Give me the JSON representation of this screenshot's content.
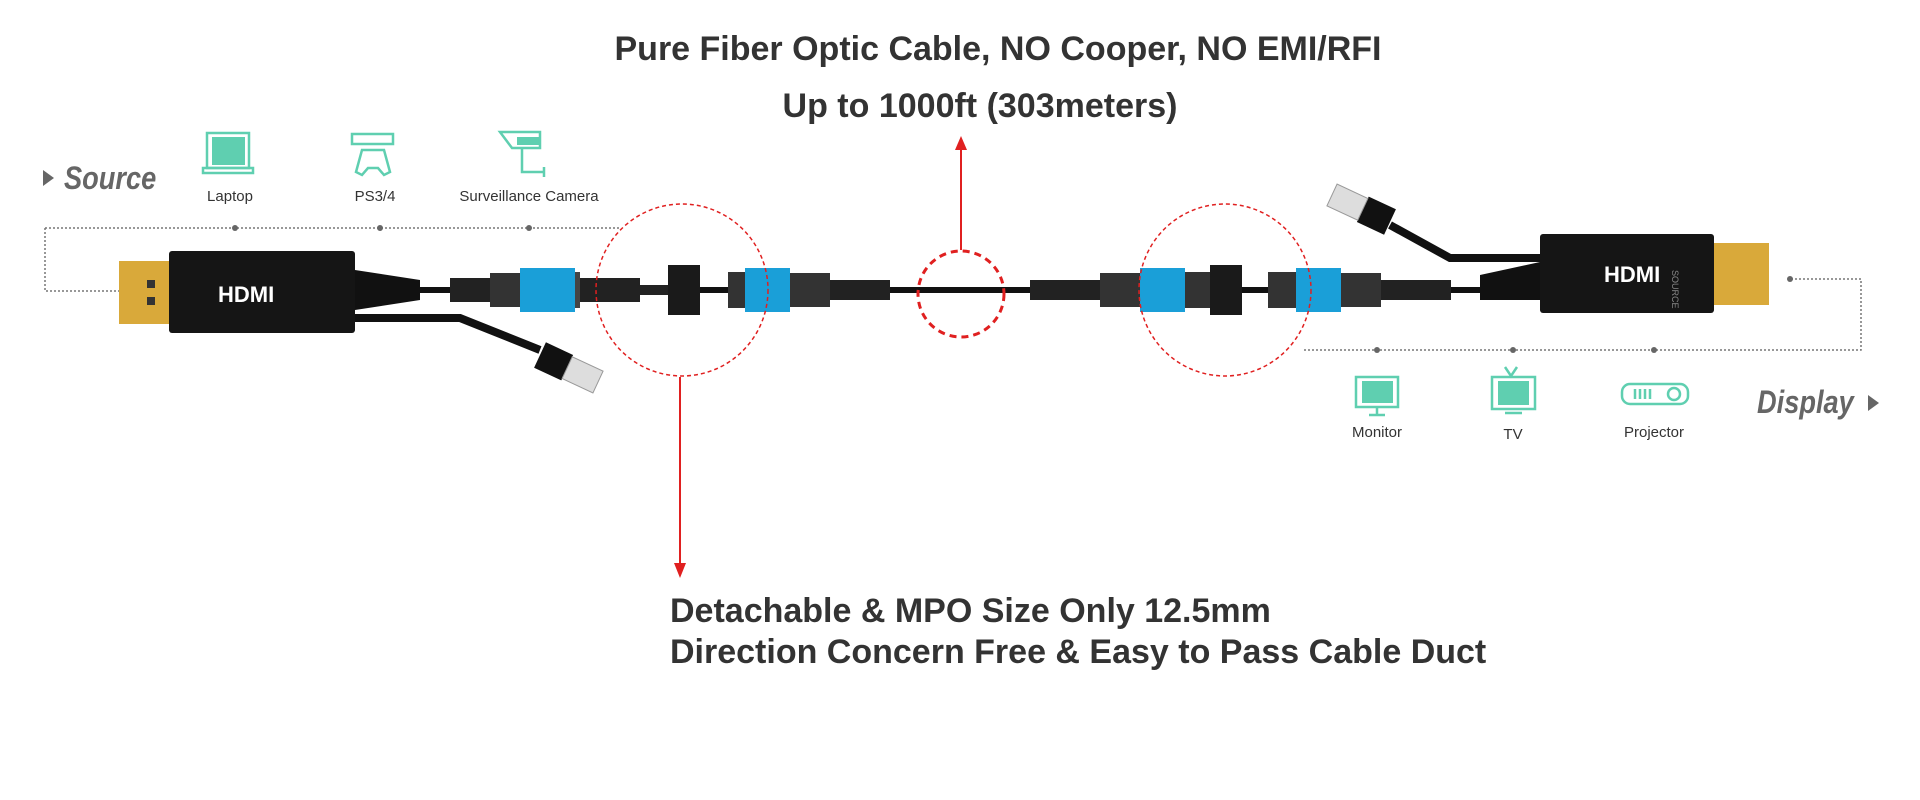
{
  "headline": {
    "line1": "Pure Fiber Optic Cable, NO Cooper, NO EMI/RFI",
    "line2": "Up to 1000ft (303meters)"
  },
  "callout": {
    "line1": "Detachable & MPO Size Only 12.5mm",
    "line2": "Direction Concern Free & Easy to Pass Cable Duct"
  },
  "source": {
    "label": "Source",
    "devices": [
      {
        "label": "Laptop",
        "icon": "laptop-icon"
      },
      {
        "label": "PS3/4",
        "icon": "game-console-icon"
      },
      {
        "label": "Surveillance Camera",
        "icon": "camera-icon"
      }
    ]
  },
  "display": {
    "label": "Display",
    "devices": [
      {
        "label": "Monitor",
        "icon": "monitor-icon"
      },
      {
        "label": "TV",
        "icon": "tv-icon"
      },
      {
        "label": "Projector",
        "icon": "projector-icon"
      }
    ]
  },
  "connectors": {
    "left_label": "HDMI",
    "right_label": "HDMI",
    "right_side_text": "SOURCE"
  },
  "colors": {
    "accent_red": "#e02020",
    "icon_teal": "#5fcfb0",
    "mpo_blue": "#1a9fd8",
    "gold": "#d9a93a"
  }
}
